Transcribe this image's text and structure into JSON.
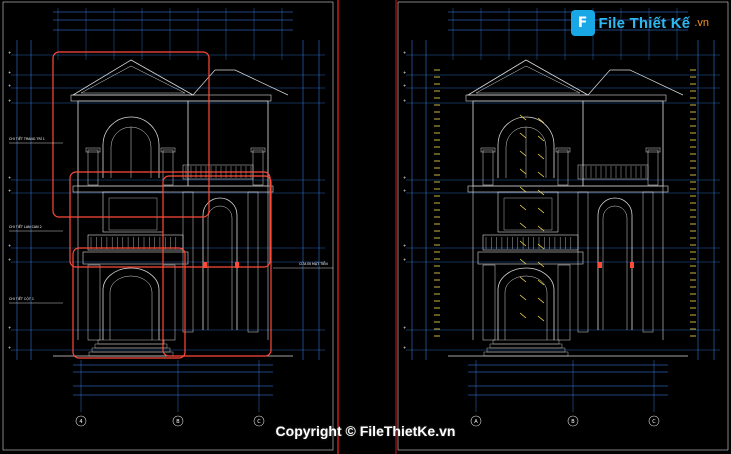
{
  "watermark": {
    "logo_mark": "F",
    "logo_text": "File Thiết Kế",
    "logo_suffix": ".vn",
    "copyright": "Copyright © FileThietKe.vn"
  },
  "colors": {
    "background": "#000000",
    "sheet_border": "#ff2020",
    "frame": "#ffffff",
    "dimension": "#3d8bff",
    "building": "#d9d9d9",
    "highlight": "#ff4a3a",
    "annotation": "#ffe14a"
  },
  "drawings": [
    {
      "name": "left-elevation",
      "notes": [
        "CHI TIẾT TRANG TRÍ 1",
        "CHI TIẾT LAN CAN 2",
        "CỬA ĐI MẶT TIỀN",
        "CHI TIẾT CỘT 1"
      ],
      "axis_labels": [
        "4",
        "B",
        "C"
      ]
    },
    {
      "name": "right-elevation",
      "axis_labels": [
        "A",
        "B",
        "C"
      ]
    }
  ]
}
